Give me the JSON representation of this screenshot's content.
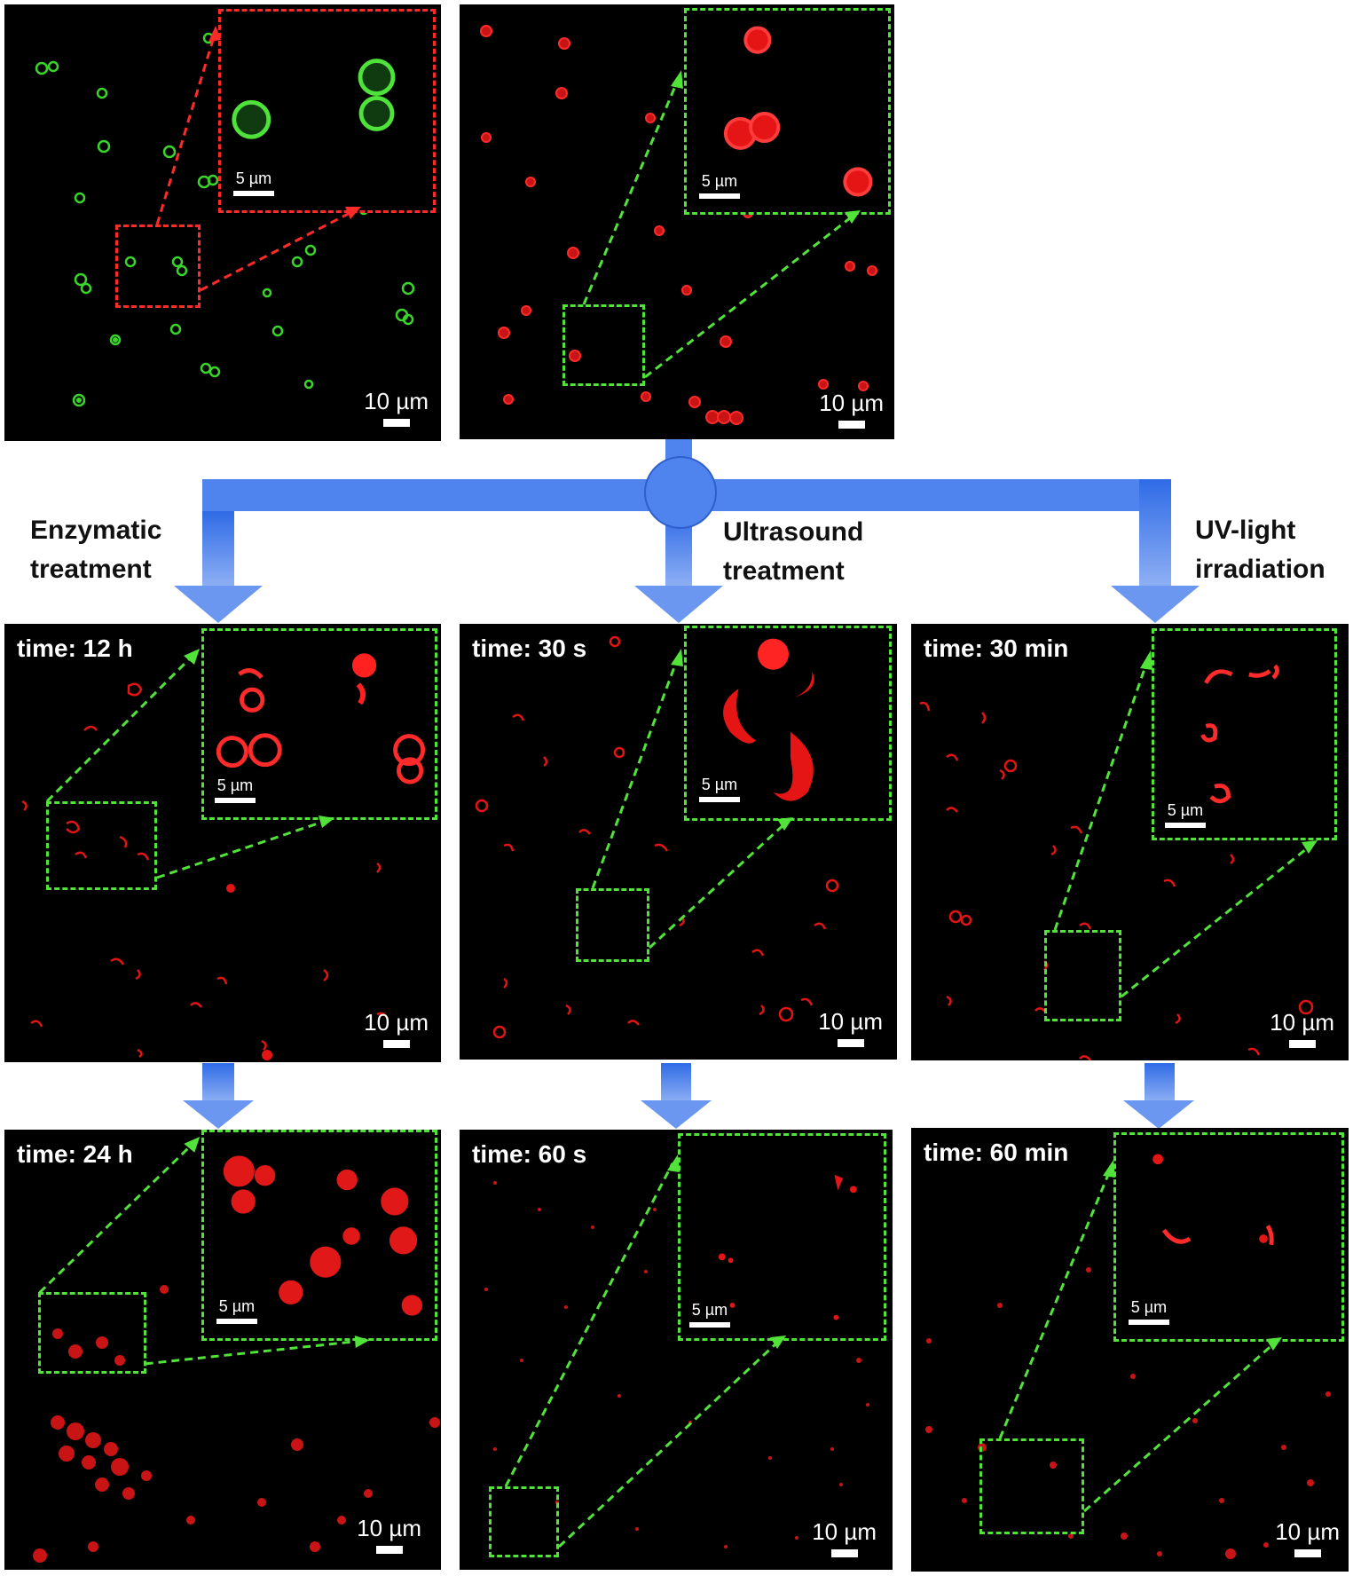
{
  "scale_bars": {
    "overview": "10 µm",
    "inset": "5 µm"
  },
  "branch_labels": {
    "enzymatic": [
      "Enzymatic",
      "treatment"
    ],
    "ultrasound": [
      "Ultrasound",
      "treatment"
    ],
    "uv": [
      "UV-light",
      "irradiation"
    ]
  },
  "panels": {
    "p_green": {
      "time": ""
    },
    "p_red": {
      "time": ""
    },
    "enz_1": {
      "time": "time: 12 h"
    },
    "us_1": {
      "time": "time: 30 s"
    },
    "uv_1": {
      "time": "time: 30 min"
    },
    "enz_2": {
      "time": "time: 24 h"
    },
    "us_2": {
      "time": "time: 60 s"
    },
    "uv_2": {
      "time": "time: 60 min"
    }
  },
  "colors": {
    "flow_arrow": "#4f83ee",
    "green_fluorescence": "#39d52b",
    "red_fluorescence": "#ff2020",
    "dashed_green": "#52e33a",
    "dashed_red": "#ff2a2a"
  }
}
